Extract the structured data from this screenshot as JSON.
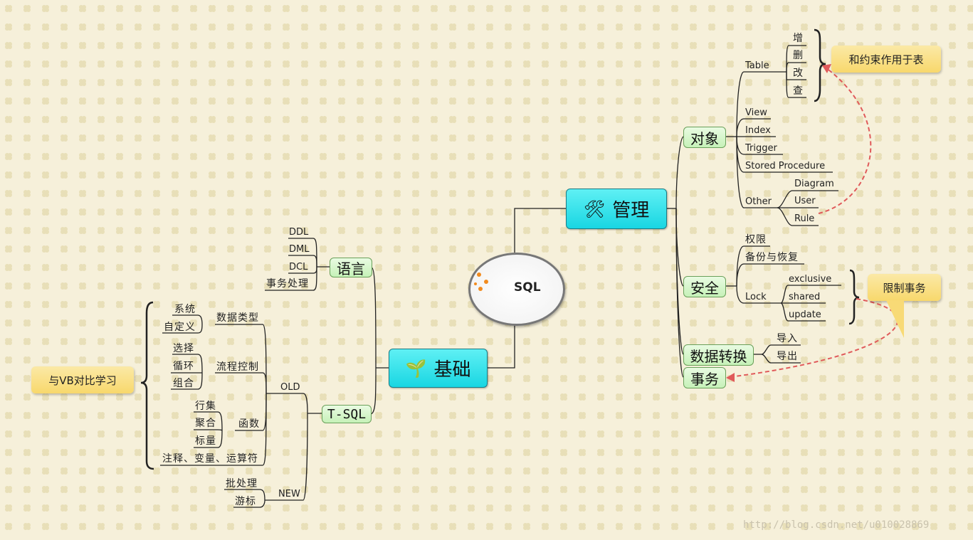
{
  "center": {
    "title": "SQL"
  },
  "branches": {
    "manage": {
      "label": "管理",
      "icon": "🛠"
    },
    "basic": {
      "label": "基础",
      "icon": "🌱"
    }
  },
  "manage": {
    "object": {
      "label": "对象",
      "table": {
        "label": "Table",
        "ops": [
          "增",
          "删",
          "改",
          "查"
        ]
      },
      "items": [
        "View",
        "Index",
        "Trigger",
        "Stored Procedure"
      ],
      "other": {
        "label": "Other",
        "items": [
          "Diagram",
          "User",
          "Rule"
        ]
      }
    },
    "security": {
      "label": "安全",
      "items": [
        "权限",
        "备份与恢复"
      ],
      "lock": {
        "label": "Lock",
        "items": [
          "exclusive",
          "shared",
          "update"
        ]
      }
    },
    "transform": {
      "label": "数据转换",
      "items": [
        "导入",
        "导出"
      ]
    },
    "transaction": {
      "label": "事务"
    }
  },
  "basic": {
    "language": {
      "label": "语言",
      "items": [
        "DDL",
        "DML",
        "DCL",
        "事务处理"
      ]
    },
    "tsql": {
      "label": "T-SQL",
      "old": {
        "label": "OLD",
        "datatype": {
          "label": "数据类型",
          "items": [
            "系统",
            "自定义"
          ]
        },
        "flow": {
          "label": "流程控制",
          "items": [
            "选择",
            "循环",
            "组合"
          ]
        },
        "func": {
          "label": "函数",
          "items": [
            "行集",
            "聚合",
            "标量"
          ]
        },
        "misc": "注释、变量、运算符"
      },
      "new": {
        "label": "NEW",
        "items": [
          "批处理",
          "游标"
        ]
      }
    }
  },
  "notes": {
    "constraint": "和约束作用于表",
    "limit": "限制事务",
    "vb": "与VB对比学习"
  },
  "watermark": "http://blog.csdn.net/u010028869"
}
